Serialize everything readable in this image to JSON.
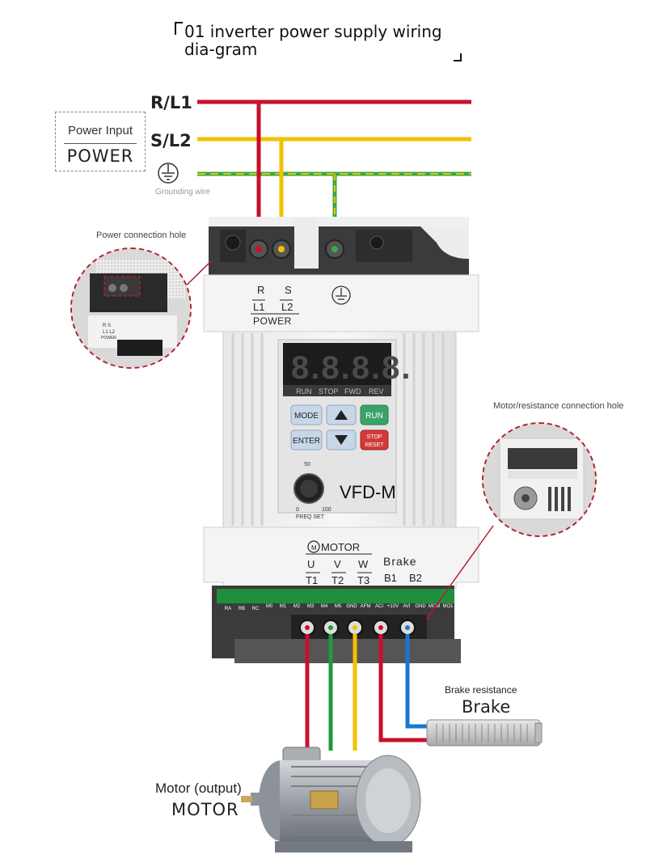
{
  "title": "01 inverter power supply wiring dia-gram",
  "power_lines": {
    "r_label": "R/L1",
    "s_label": "S/L2",
    "ground_symbol": "ground-symbol"
  },
  "power_box": {
    "input_label": "Power Input",
    "power_label": "POWER"
  },
  "grounding_label": "Grounding wire",
  "captions": {
    "power_hole": "Power connection hole",
    "motor_resistance_hole": "Motor/resistance connection hole",
    "brake_caption": "Brake resistance",
    "brake_label": "Brake",
    "motor_caption": "Motor (output)",
    "motor_label": "MOTOR"
  },
  "inverter": {
    "top_terminals": {
      "r": "R",
      "s": "S",
      "l1": "L1",
      "l2": "L2",
      "power": "POWER"
    },
    "display": {
      "digits": "8.8.8.8.",
      "indicators": [
        "RUN",
        "STOP",
        "FWD",
        "REV"
      ]
    },
    "keypad": {
      "mode": "MODE",
      "enter": "ENTER",
      "run": "RUN",
      "stop": "STOP",
      "reset": "RESET"
    },
    "knob": {
      "min": "0",
      "mid": "50",
      "max": "100",
      "label": "FREQ SET"
    },
    "model": "VFD-M",
    "bottom_terminals": {
      "motor_label": "MOTOR",
      "u": "U",
      "v": "V",
      "w": "W",
      "t1": "T1",
      "t2": "T2",
      "t3": "T3",
      "brake": "Brake",
      "b1": "B1",
      "b2": "B2"
    },
    "control_labels": [
      "RA",
      "RB",
      "RC",
      "M0",
      "M1",
      "M2",
      "M3",
      "M4",
      "M5",
      "GND",
      "AFM",
      "ACI",
      "+10V",
      "AVI",
      "GND",
      "MCM",
      "MO1"
    ]
  },
  "colors": {
    "red": "#c8102e",
    "yellow": "#f2c200",
    "green": "#1f9a3c",
    "blue": "#1b76d1",
    "ground_yellow": "#e8c400",
    "ground_green": "#3aa845"
  }
}
